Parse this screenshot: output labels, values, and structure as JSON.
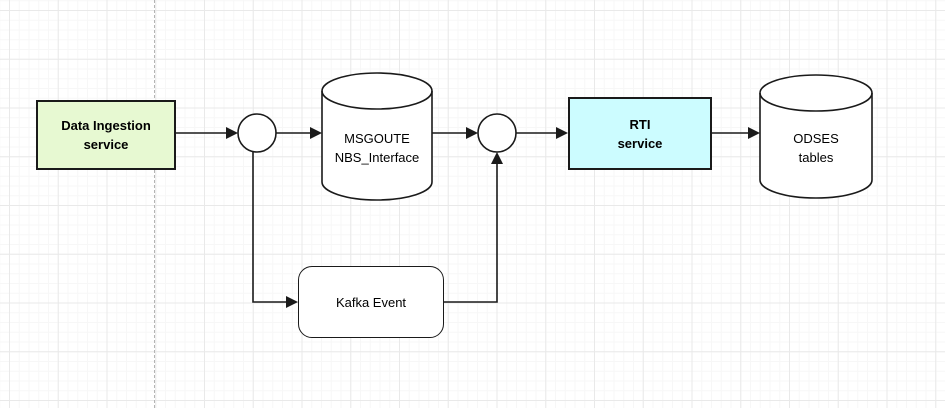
{
  "diagram": {
    "nodes": {
      "data_ingestion": {
        "label": "Data Ingestion\nservice",
        "type": "rectangle",
        "fill": "#e7f9d2",
        "text_bold": true
      },
      "junction1": {
        "label": "",
        "type": "circle",
        "fill": "#ffffff"
      },
      "msgoute": {
        "label": "MSGOUTE\nNBS_Interface",
        "type": "cylinder",
        "fill": "#ffffff"
      },
      "junction2": {
        "label": "",
        "type": "circle",
        "fill": "#ffffff"
      },
      "rti": {
        "label": "RTI\nservice",
        "type": "rectangle",
        "fill": "#ccfcff",
        "text_bold": true
      },
      "odses": {
        "label": "ODSES\ntables",
        "type": "cylinder",
        "fill": "#ffffff"
      },
      "kafka": {
        "label": "Kafka Event",
        "type": "rounded-rectangle",
        "fill": "#ffffff"
      }
    },
    "edges": [
      {
        "from": "data_ingestion",
        "to": "junction1",
        "arrow": true
      },
      {
        "from": "junction1",
        "to": "msgoute",
        "arrow": true
      },
      {
        "from": "msgoute",
        "to": "junction2",
        "arrow": true
      },
      {
        "from": "junction2",
        "to": "rti",
        "arrow": true
      },
      {
        "from": "rti",
        "to": "odses",
        "arrow": true
      },
      {
        "from": "junction1",
        "to": "kafka",
        "arrow": true
      },
      {
        "from": "kafka",
        "to": "junction2",
        "arrow": true
      }
    ],
    "colors": {
      "node_green_fill": "#e7f9d2",
      "node_cyan_fill": "#ccfcff",
      "stroke": "#1a1a1a",
      "grid_major": "#e9e9e9",
      "grid_minor": "#f7f7f7",
      "page_boundary": "#b4b4b4",
      "canvas_background": "#ffffff"
    }
  }
}
